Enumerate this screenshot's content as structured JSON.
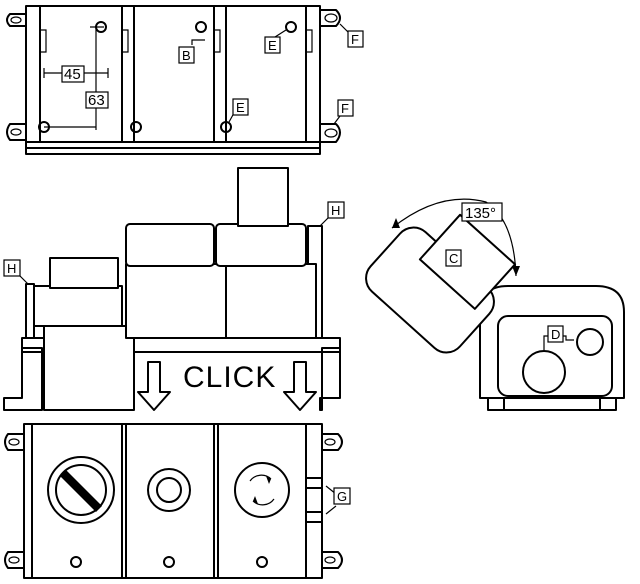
{
  "labels": {
    "dim_45": "45",
    "dim_63": "63",
    "angle": "135°",
    "click": "CLICK",
    "b": "B",
    "c": "C",
    "d": "D",
    "e": "E",
    "f": "F",
    "g": "G",
    "h": "H"
  }
}
